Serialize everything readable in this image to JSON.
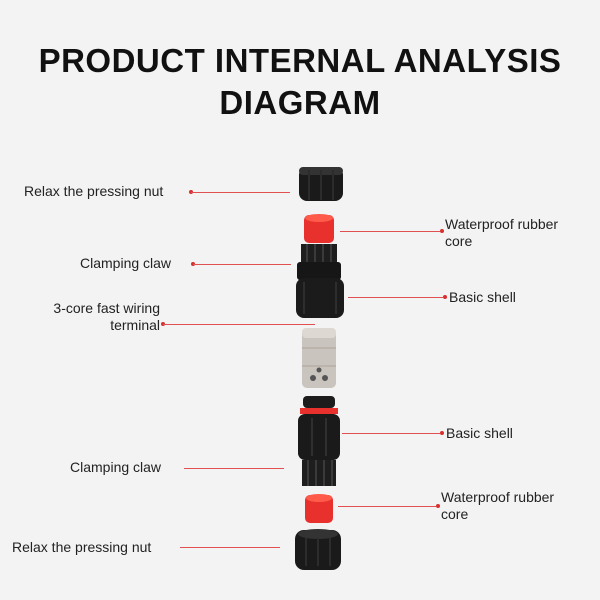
{
  "title": {
    "line1": "PRODUCT INTERNAL ANALYSIS",
    "line2": "DIAGRAM"
  },
  "labels": {
    "nut_top": "Relax the pressing nut",
    "rubber_top_l1": "Waterproof rubber",
    "rubber_top_l2": "core",
    "claw_top": "Clamping claw",
    "shell_top": "Basic shell",
    "terminal_l1": "3-core fast wiring",
    "terminal_l2": "terminal",
    "shell_bottom": "Basic shell",
    "claw_bottom": "Clamping claw",
    "rubber_bottom_l1": "Waterproof rubber",
    "rubber_bottom_l2": "core",
    "nut_bottom": "Relax the pressing nut"
  },
  "colors": {
    "leader": "#e05050",
    "rubber": "#e8302c",
    "body": "#1c1c1c",
    "terminal": "#c9c4bd"
  }
}
